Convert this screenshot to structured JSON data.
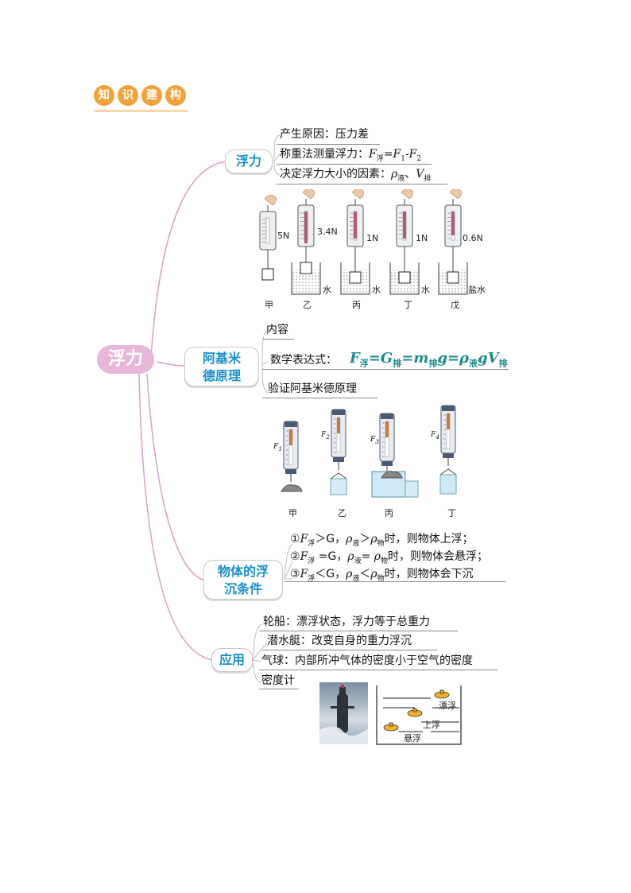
{
  "header": {
    "chars": [
      "知",
      "识",
      "建",
      "构"
    ]
  },
  "root": {
    "label": "浮力"
  },
  "buoyancy": {
    "label": "浮力",
    "items": [
      "产生原因：压力差",
      "称重法测量浮力：",
      "决定浮力大小的因素："
    ],
    "weigh_formula": {
      "f": "F",
      "sub_fu": "浮",
      "eq": "=",
      "f1": "F",
      "s1": "1",
      "minus": "-",
      "f2": "F",
      "s2": "2"
    },
    "factor_vars": {
      "rho": "ρ",
      "sub_ye": "液",
      "sep": "、",
      "v": "V",
      "sub_pai": "排"
    },
    "meter_readings": [
      "5N",
      "3.4N",
      "1N",
      "1N",
      "0.6N"
    ],
    "liquids": [
      "",
      "水",
      "水",
      "水",
      "盐水"
    ],
    "captions": [
      "甲",
      "乙",
      "丙",
      "丁",
      "戊"
    ]
  },
  "archimedes": {
    "label_line1": "阿基米",
    "label_line2": "德原理",
    "content": "内容",
    "math_label": "数学表达式：",
    "formula_parts": [
      "F",
      "浮",
      "=G",
      "排",
      "=m",
      "排",
      "g=ρ",
      "液",
      "gV",
      "排"
    ],
    "verify": "验证阿基米德原理",
    "force_labels": [
      "F",
      "F",
      "F",
      "F"
    ],
    "force_subs": [
      "1",
      "2",
      "3",
      "4"
    ],
    "captions": [
      "甲",
      "乙",
      "丙",
      "丁"
    ]
  },
  "sink_float": {
    "label_line1": "物体的浮",
    "label_line2": "沉条件",
    "conditions": [
      {
        "num": "①",
        "a": "F",
        "as": "浮",
        "op1": "＞G，",
        "b": "ρ",
        "bs": "液",
        "op2": "＞",
        "c": "ρ",
        "cs": "物",
        "tail": "时，则物体上浮；"
      },
      {
        "num": "②",
        "a": "F",
        "as": "浮",
        "op1": " =G，",
        "b": "ρ",
        "bs": "液",
        "op2": "= ",
        "c": "ρ",
        "cs": "物",
        "tail": "时，则物体会悬浮；"
      },
      {
        "num": "③",
        "a": "F",
        "as": "浮",
        "op1": "＜G，",
        "b": "ρ",
        "bs": "液",
        "op2": "＜",
        "c": "ρ",
        "cs": "物",
        "tail": "时，则物体会下沉"
      }
    ]
  },
  "application": {
    "label": "应用",
    "items": [
      "轮船：漂浮状态，浮力等于总重力",
      "潜水艇：改变自身的重力浮沉",
      "气球：内部所冲气体的密度小于空气的密度",
      "密度计"
    ],
    "sub_states": [
      "漂浮",
      "上浮",
      "悬浮"
    ]
  },
  "colors": {
    "branch": "#d9a0c8",
    "pill_text": "#1a8fd0",
    "formula": "#1a8a8a",
    "badge": "#f2a23a"
  }
}
